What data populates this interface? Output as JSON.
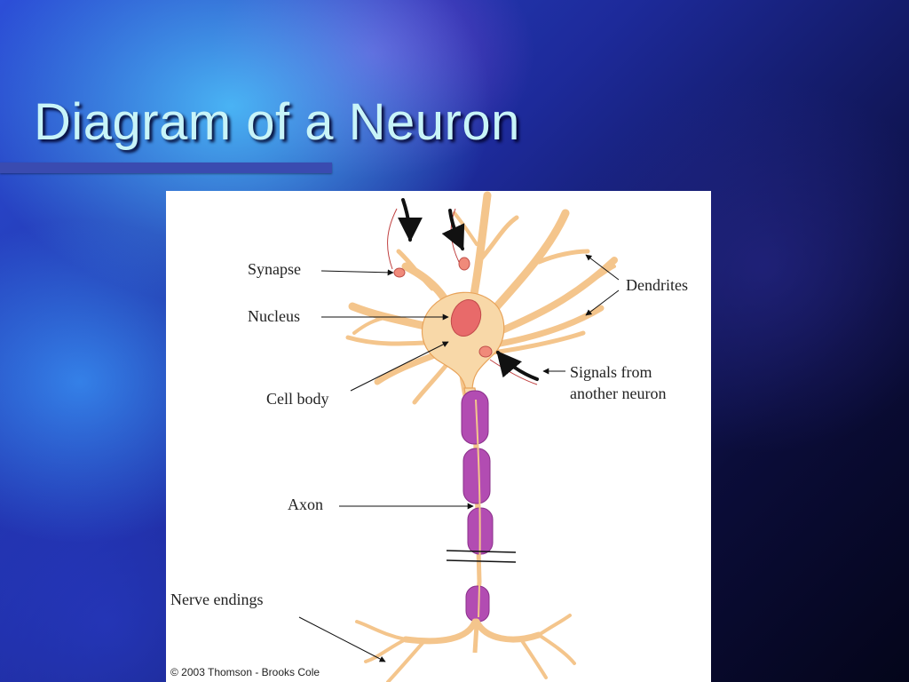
{
  "slide": {
    "title": "Diagram of a Neuron"
  },
  "diagram": {
    "labels": {
      "synapse": "Synapse",
      "nucleus": "Nucleus",
      "cell_body": "Cell body",
      "dendrites": "Dendrites",
      "signals_line1": "Signals from",
      "signals_line2": "another neuron",
      "axon": "Axon",
      "nerve_endings": "Nerve endings"
    },
    "copyright": "© 2003 Thomson - Brooks Cole",
    "colors": {
      "cell": "#f8d8a8",
      "cell_outline": "#e8a35a",
      "nucleus": "#e86a6a",
      "myelin": "#b24cb2",
      "synapse": "#f08a7a"
    }
  }
}
